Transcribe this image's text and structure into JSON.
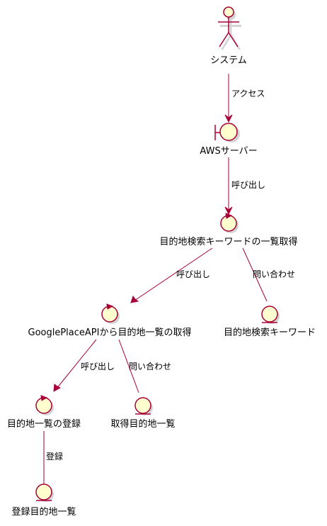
{
  "nodes": {
    "system": {
      "label": "システム",
      "type": "actor"
    },
    "aws": {
      "label": "AWSサーバー",
      "type": "boundary"
    },
    "keyword_list": {
      "label": "目的地検索キーワードの一覧取得",
      "type": "control"
    },
    "google_place": {
      "label": "GooglePlaceAPIから目的地一覧の取得",
      "type": "control"
    },
    "keyword": {
      "label": "目的地検索キーワード",
      "type": "entity"
    },
    "register": {
      "label": "目的地一覧の登録",
      "type": "control"
    },
    "fetched": {
      "label": "取得目的地一覧",
      "type": "entity"
    },
    "registered": {
      "label": "登録目的地一覧",
      "type": "entity"
    }
  },
  "edges": {
    "access": "アクセス",
    "call1": "呼び出し",
    "call2": "呼び出し",
    "query1": "問い合わせ",
    "call3": "呼び出し",
    "query2": "問い合わせ",
    "register": "登録"
  },
  "colors": {
    "node_fill": "#FEFECE",
    "node_stroke": "#A80036",
    "edge": "#A80036"
  }
}
